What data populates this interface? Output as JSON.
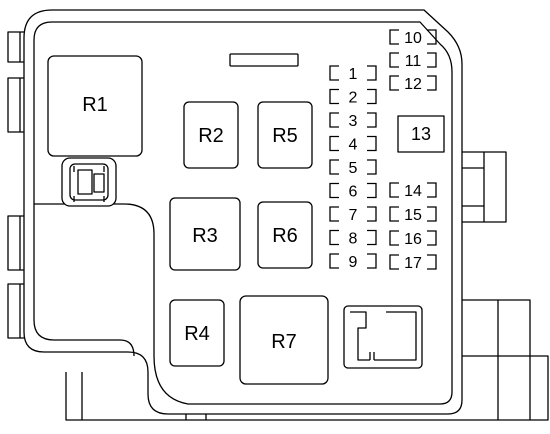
{
  "colors": {
    "stroke": "#000000",
    "fill": "#ffffff",
    "background": "#ffffff"
  },
  "relays": [
    {
      "id": "r1",
      "label": "R1"
    },
    {
      "id": "r2",
      "label": "R2"
    },
    {
      "id": "r5",
      "label": "R5"
    },
    {
      "id": "r3",
      "label": "R3"
    },
    {
      "id": "r6",
      "label": "R6"
    },
    {
      "id": "r4",
      "label": "R4"
    },
    {
      "id": "r7",
      "label": "R7"
    }
  ],
  "fuses": {
    "left_column": [
      {
        "id": "f1",
        "label": "1"
      },
      {
        "id": "f2",
        "label": "2"
      },
      {
        "id": "f3",
        "label": "3"
      },
      {
        "id": "f4",
        "label": "4"
      },
      {
        "id": "f5",
        "label": "5"
      },
      {
        "id": "f6",
        "label": "6"
      },
      {
        "id": "f7",
        "label": "7"
      },
      {
        "id": "f8",
        "label": "8"
      },
      {
        "id": "f9",
        "label": "9"
      }
    ],
    "top_column": [
      {
        "id": "f10",
        "label": "10"
      },
      {
        "id": "f11",
        "label": "11"
      },
      {
        "id": "f12",
        "label": "12"
      }
    ],
    "right_column": [
      {
        "id": "f14",
        "label": "14"
      },
      {
        "id": "f15",
        "label": "15"
      },
      {
        "id": "f16",
        "label": "16"
      },
      {
        "id": "f17",
        "label": "17"
      }
    ],
    "large": {
      "id": "f13",
      "label": "13"
    }
  }
}
